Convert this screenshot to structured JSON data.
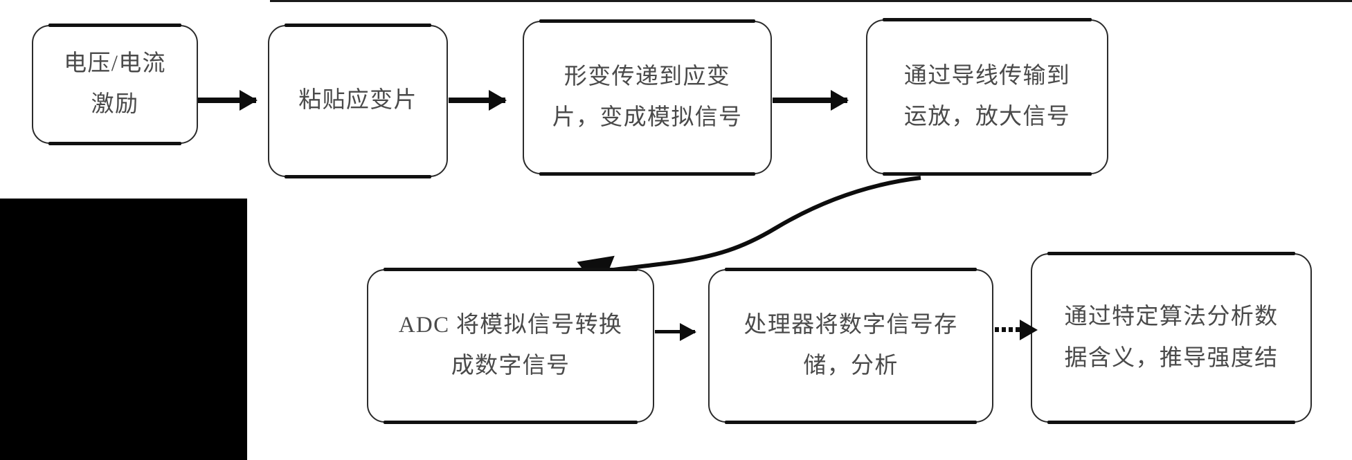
{
  "diagram": {
    "title_present": false,
    "background_color": "#ffffff",
    "node_border_color": "#2b2b2b",
    "node_text_color": "#4a4a4a",
    "connector_color": "#0d0d0d",
    "nodes": [
      {
        "id": "excitation",
        "name": "voltage-current-excitation",
        "lines": [
          "电压/电流",
          "激励"
        ]
      },
      {
        "id": "strain",
        "name": "attach-strain-gauge",
        "lines": [
          "粘贴应变片"
        ]
      },
      {
        "id": "deform",
        "name": "deformation-to-analog-signal",
        "lines": [
          "形变传递到应变",
          "片，变成模拟信号"
        ]
      },
      {
        "id": "amplify",
        "name": "wire-to-opamp-amplify",
        "lines": [
          "通过导线传输到",
          "运放，放大信号"
        ]
      },
      {
        "id": "adc",
        "name": "adc-analog-to-digital",
        "lines": [
          "ADC 将模拟信号转换",
          "成数字信号"
        ]
      },
      {
        "id": "processor",
        "name": "processor-store-analyze",
        "lines": [
          "处理器将数字信号存",
          "储，分析"
        ]
      },
      {
        "id": "algorithm",
        "name": "algorithm-derive-strength",
        "lines": [
          "通过特定算法分析数",
          "据含义，推导强度结"
        ]
      }
    ],
    "connectors": [
      {
        "id": "c1",
        "from": "excitation",
        "to": "strain",
        "style": "solid",
        "direction": "right"
      },
      {
        "id": "c2",
        "from": "strain",
        "to": "deform",
        "style": "solid",
        "direction": "right"
      },
      {
        "id": "c3",
        "from": "deform",
        "to": "amplify",
        "style": "solid",
        "direction": "right"
      },
      {
        "id": "c4",
        "from": "amplify",
        "to": "adc",
        "style": "curved",
        "direction": "left"
      },
      {
        "id": "c5",
        "from": "adc",
        "to": "processor",
        "style": "solid",
        "direction": "right"
      },
      {
        "id": "c6",
        "from": "processor",
        "to": "algorithm",
        "style": "dotted",
        "direction": "right"
      }
    ]
  }
}
